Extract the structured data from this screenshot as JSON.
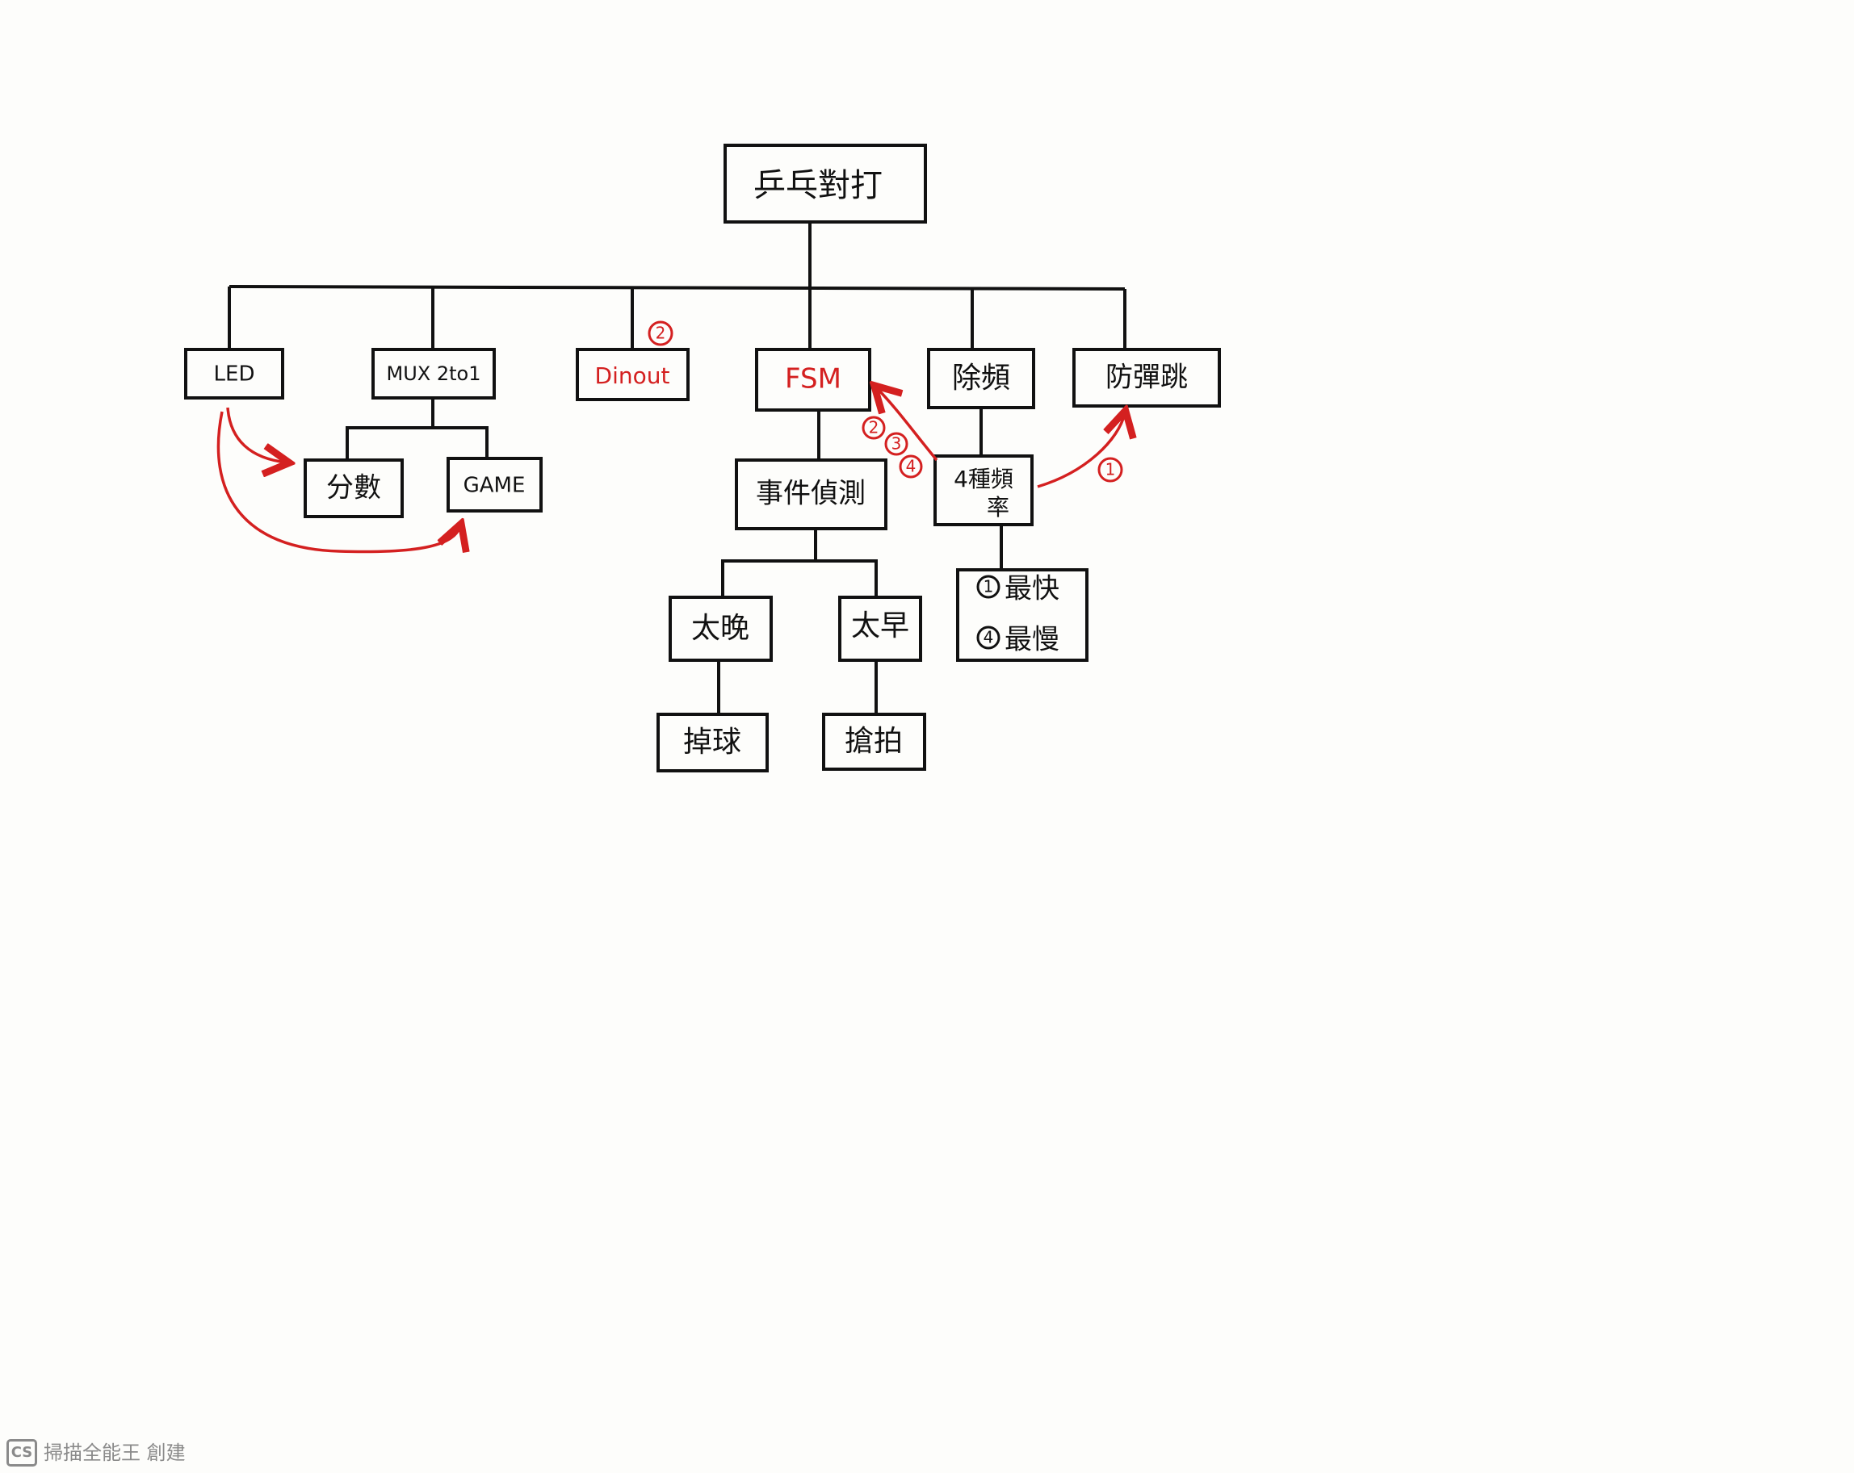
{
  "root": {
    "label": "乒乓對打"
  },
  "level1": [
    {
      "key": "led",
      "label": "LED",
      "color": "#111111"
    },
    {
      "key": "mux",
      "label": "MUX 2to1",
      "color": "#111111"
    },
    {
      "key": "dinout",
      "label": "Dinout",
      "color": "#d42020"
    },
    {
      "key": "fsm",
      "label": "FSM",
      "color": "#d42020"
    },
    {
      "key": "divider",
      "label": "除頻",
      "color": "#111111"
    },
    {
      "key": "debounce",
      "label": "防彈跳",
      "color": "#111111"
    }
  ],
  "mux_children": [
    {
      "key": "score",
      "label": "分數"
    },
    {
      "key": "game",
      "label": "GAME"
    }
  ],
  "fsm_children": [
    {
      "key": "event",
      "label": "事件偵測"
    }
  ],
  "event_children": [
    {
      "key": "late",
      "label": "太晚",
      "child": "掉球"
    },
    {
      "key": "early",
      "label": "太早",
      "child": "搶拍"
    }
  ],
  "divider_children": [
    {
      "key": "freq4",
      "label_line1": "4種頻",
      "label_line2": "率"
    }
  ],
  "freq_legend": [
    {
      "num": "1",
      "text": "最快"
    },
    {
      "num": "4",
      "text": "最慢"
    }
  ],
  "annotations": {
    "dinout_mark": "2",
    "fsm_marks": [
      "2",
      "3",
      "4"
    ],
    "debounce_mark": "1"
  },
  "colors": {
    "ink": "#111111",
    "annotation": "#d42020",
    "paper": "#fdfdfb",
    "watermark": "#8a8a8a"
  },
  "watermark": {
    "logo": "CS",
    "text": "掃描全能王 創建"
  }
}
